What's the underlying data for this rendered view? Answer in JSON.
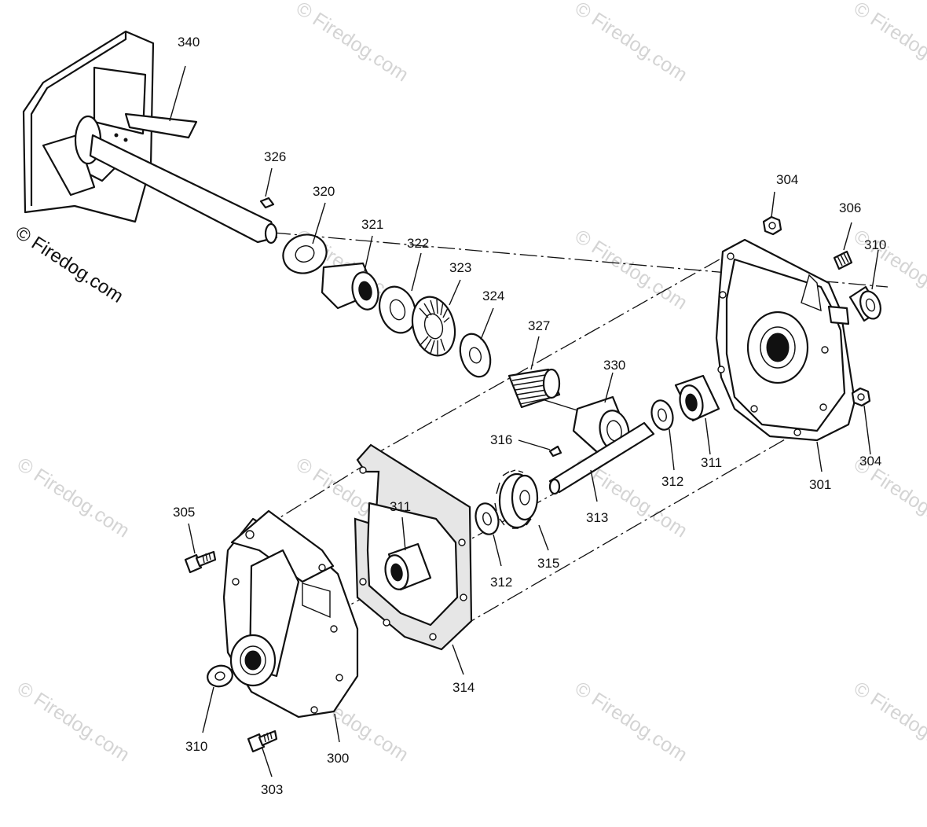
{
  "diagram": {
    "brand_mark": "© Firedog.com",
    "watermark_text": "© Firedog.com",
    "callouts": {
      "c340": "340",
      "c326": "326",
      "c320": "320",
      "c321": "321",
      "c322": "322",
      "c323": "323",
      "c324": "324",
      "c327": "327",
      "c330": "330",
      "c316": "316",
      "c304a": "304",
      "c306": "306",
      "c310a": "310",
      "c301": "301",
      "c304b": "304",
      "c311a": "311",
      "c312a": "312",
      "c313": "313",
      "c315": "315",
      "c312b": "312",
      "c311b": "311",
      "c314": "314",
      "c305": "305",
      "c310b": "310",
      "c300": "300",
      "c303": "303"
    }
  }
}
